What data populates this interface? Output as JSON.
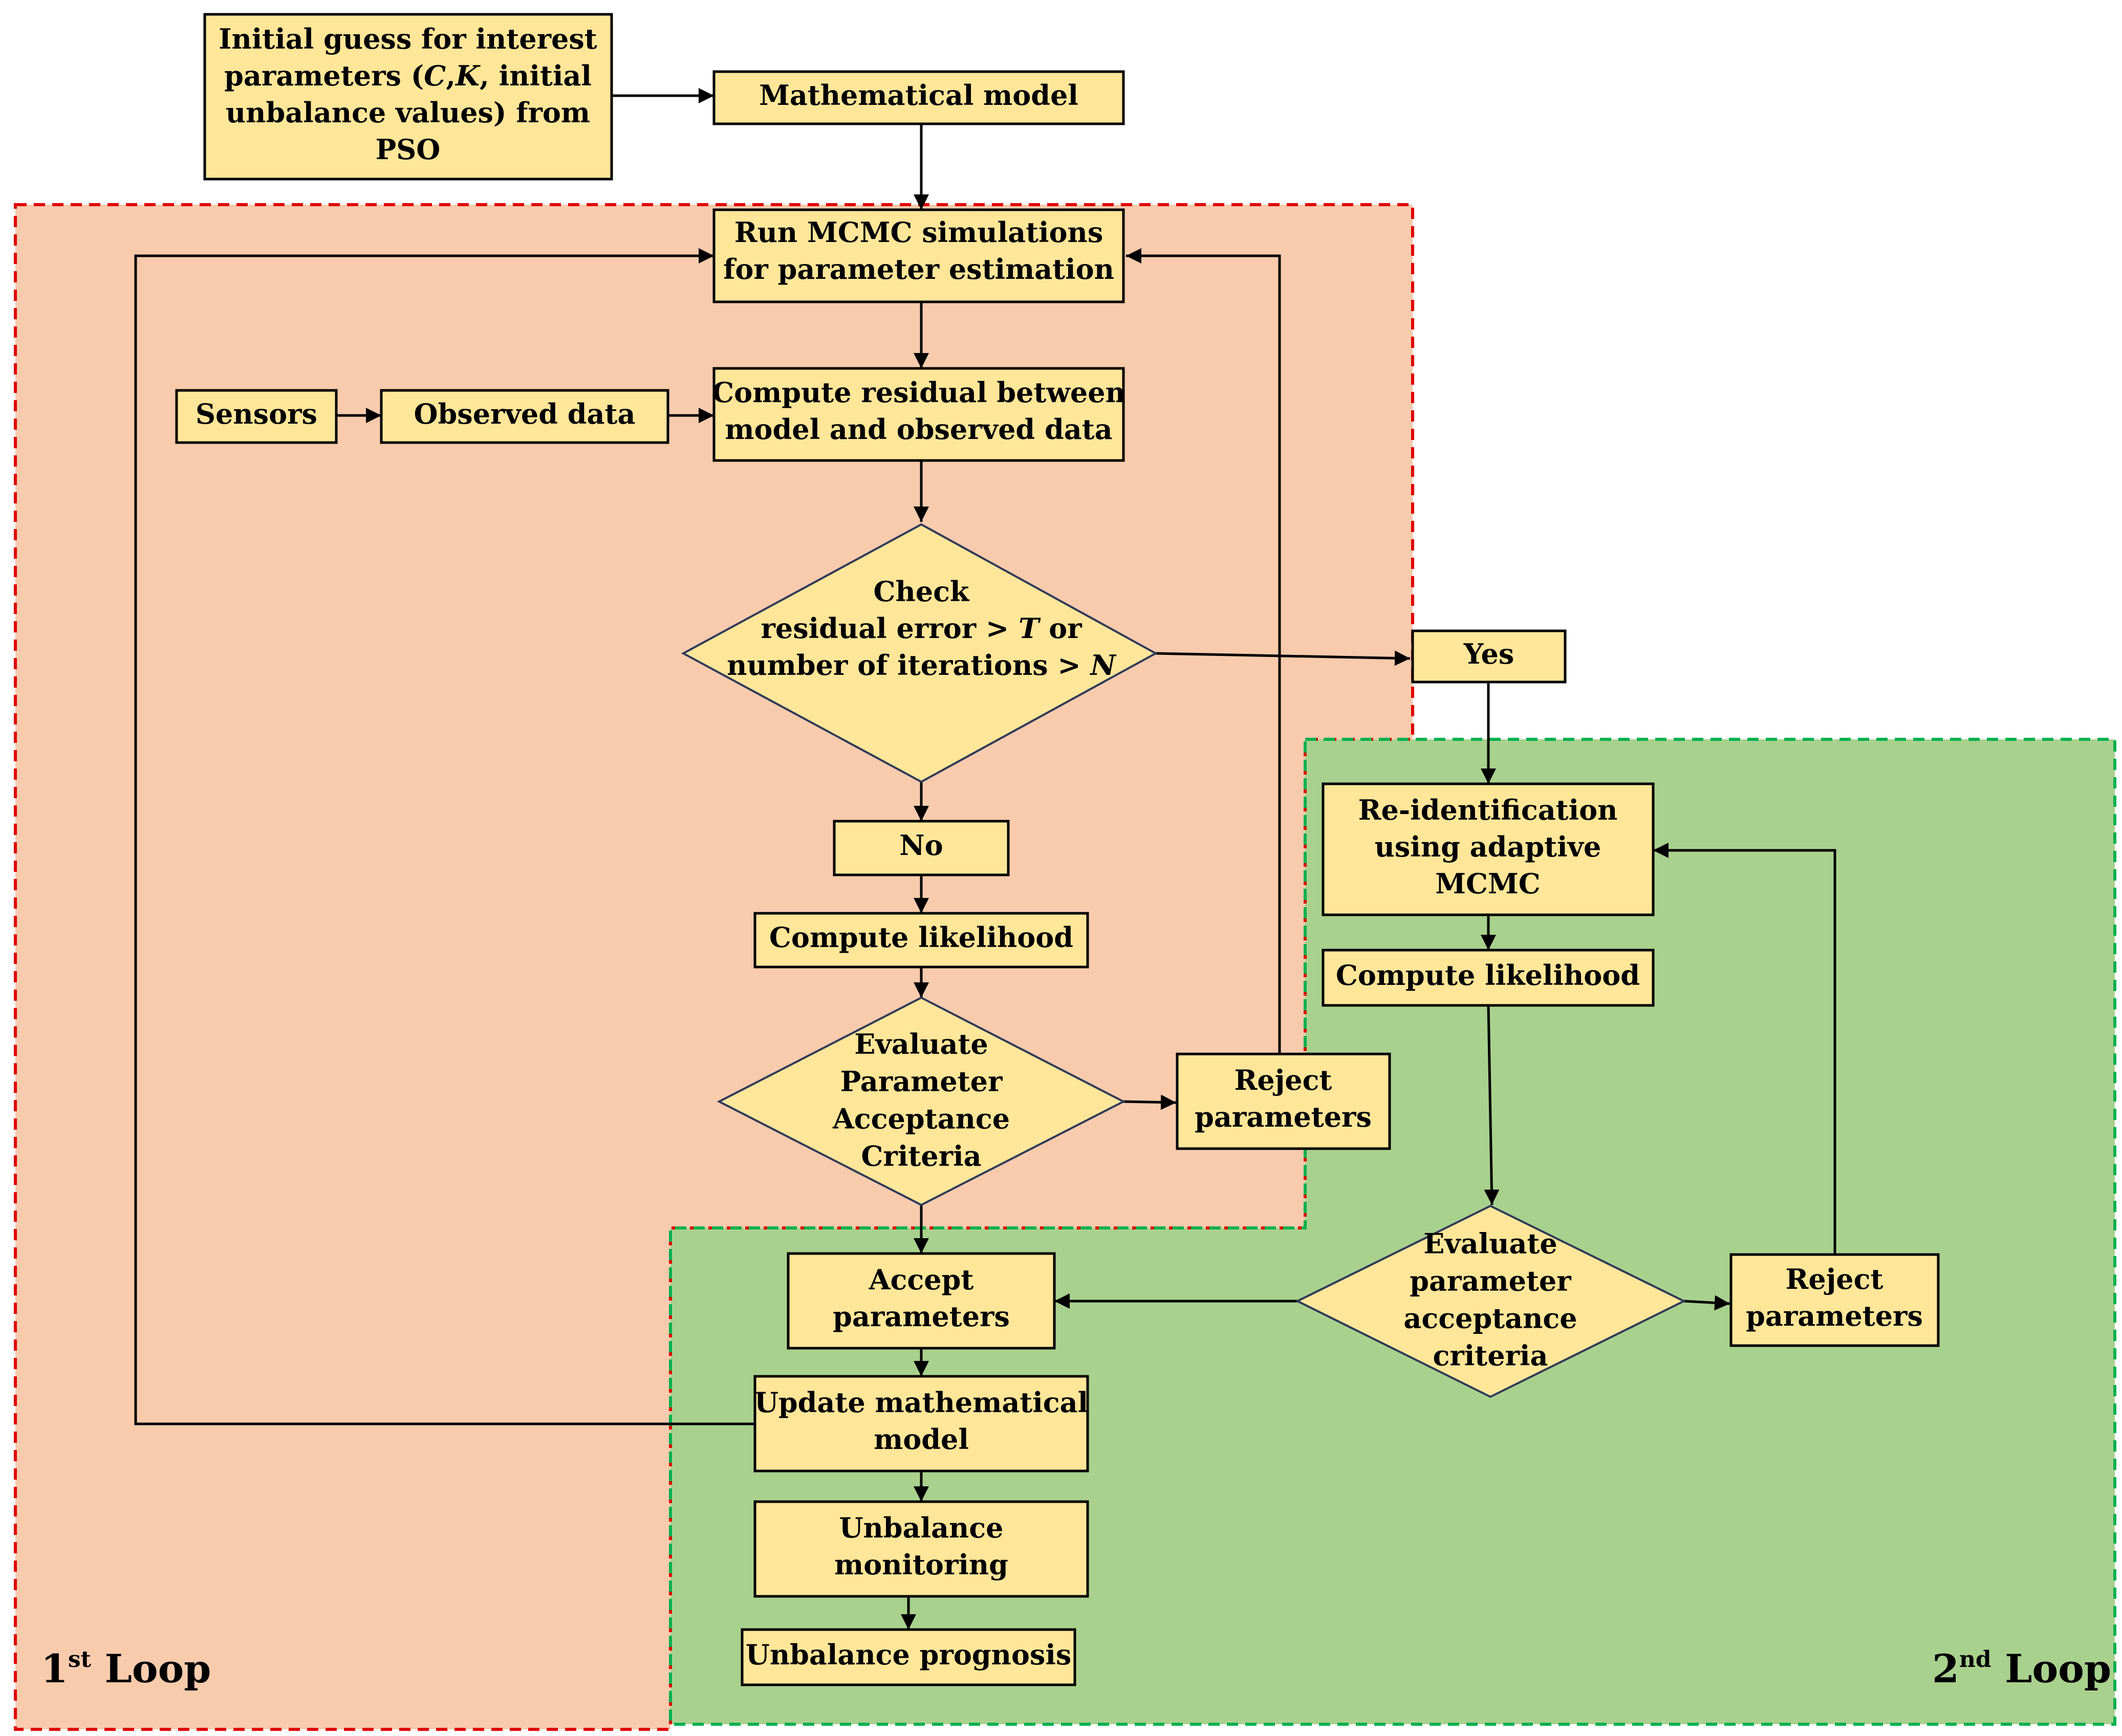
{
  "diagram": {
    "colors": {
      "node_fill": "#FFE699",
      "loop1_fill": "#F8CBAD",
      "loop1_border": "#E00000",
      "loop2_fill": "#A9D18E",
      "loop2_border": "#00B050",
      "edge": "#000000"
    },
    "nodes": {
      "initial_guess": {
        "lines": [
          [
            {
              "t": "Initial guess for interest"
            }
          ],
          [
            {
              "t": "parameters ("
            },
            {
              "t": "C",
              "i": true
            },
            {
              "t": ","
            },
            {
              "t": "K",
              "i": true
            },
            {
              "t": ", initial"
            }
          ],
          [
            {
              "t": "unbalance values) from"
            }
          ],
          [
            {
              "t": "PSO"
            }
          ]
        ]
      },
      "math_model": {
        "lines": [
          [
            {
              "t": "Mathematical model"
            }
          ]
        ]
      },
      "run_mcmc": {
        "lines": [
          [
            {
              "t": "Run MCMC simulations"
            }
          ],
          [
            {
              "t": "for parameter estimation"
            }
          ]
        ]
      },
      "sensors": {
        "lines": [
          [
            {
              "t": "Sensors"
            }
          ]
        ]
      },
      "observed_data": {
        "lines": [
          [
            {
              "t": "Observed data"
            }
          ]
        ]
      },
      "compute_residual": {
        "lines": [
          [
            {
              "t": "Compute residual between"
            }
          ],
          [
            {
              "t": "model and observed data"
            }
          ]
        ]
      },
      "check_residual": {
        "lines": [
          [
            {
              "t": "Check"
            }
          ],
          [
            {
              "t": "residual error > "
            },
            {
              "t": "T",
              "i": true
            },
            {
              "t": " or"
            }
          ],
          [
            {
              "t": "number of iterations > "
            },
            {
              "t": "N",
              "i": true
            }
          ]
        ]
      },
      "yes": {
        "lines": [
          [
            {
              "t": "Yes"
            }
          ]
        ]
      },
      "no": {
        "lines": [
          [
            {
              "t": "No"
            }
          ]
        ]
      },
      "compute_likelihood_1": {
        "lines": [
          [
            {
              "t": "Compute likelihood"
            }
          ]
        ]
      },
      "evaluate_1": {
        "lines": [
          [
            {
              "t": "Evaluate"
            }
          ],
          [
            {
              "t": "Parameter"
            }
          ],
          [
            {
              "t": "Acceptance"
            }
          ],
          [
            {
              "t": "Criteria"
            }
          ]
        ]
      },
      "reject_1": {
        "lines": [
          [
            {
              "t": "Reject"
            }
          ],
          [
            {
              "t": "parameters"
            }
          ]
        ]
      },
      "reidentification": {
        "lines": [
          [
            {
              "t": "Re-identification"
            }
          ],
          [
            {
              "t": "using adaptive"
            }
          ],
          [
            {
              "t": "MCMC"
            }
          ]
        ]
      },
      "compute_likelihood_2": {
        "lines": [
          [
            {
              "t": "Compute likelihood"
            }
          ]
        ]
      },
      "evaluate_2": {
        "lines": [
          [
            {
              "t": "Evaluate"
            }
          ],
          [
            {
              "t": "parameter"
            }
          ],
          [
            {
              "t": "acceptance"
            }
          ],
          [
            {
              "t": "criteria"
            }
          ]
        ]
      },
      "reject_2": {
        "lines": [
          [
            {
              "t": "Reject"
            }
          ],
          [
            {
              "t": "parameters"
            }
          ]
        ]
      },
      "accept": {
        "lines": [
          [
            {
              "t": "Accept"
            }
          ],
          [
            {
              "t": "parameters"
            }
          ]
        ]
      },
      "update_model": {
        "lines": [
          [
            {
              "t": "Update mathematical"
            }
          ],
          [
            {
              "t": "model"
            }
          ]
        ]
      },
      "monitoring": {
        "lines": [
          [
            {
              "t": "Unbalance"
            }
          ],
          [
            {
              "t": "monitoring"
            }
          ]
        ]
      },
      "prognosis": {
        "lines": [
          [
            {
              "t": "Unbalance prognosis"
            }
          ]
        ]
      }
    },
    "loops": {
      "first": {
        "number": "1",
        "suffix": "st",
        "word": " Loop"
      },
      "second": {
        "number": "2",
        "suffix": "nd",
        "word": " Loop"
      }
    }
  }
}
